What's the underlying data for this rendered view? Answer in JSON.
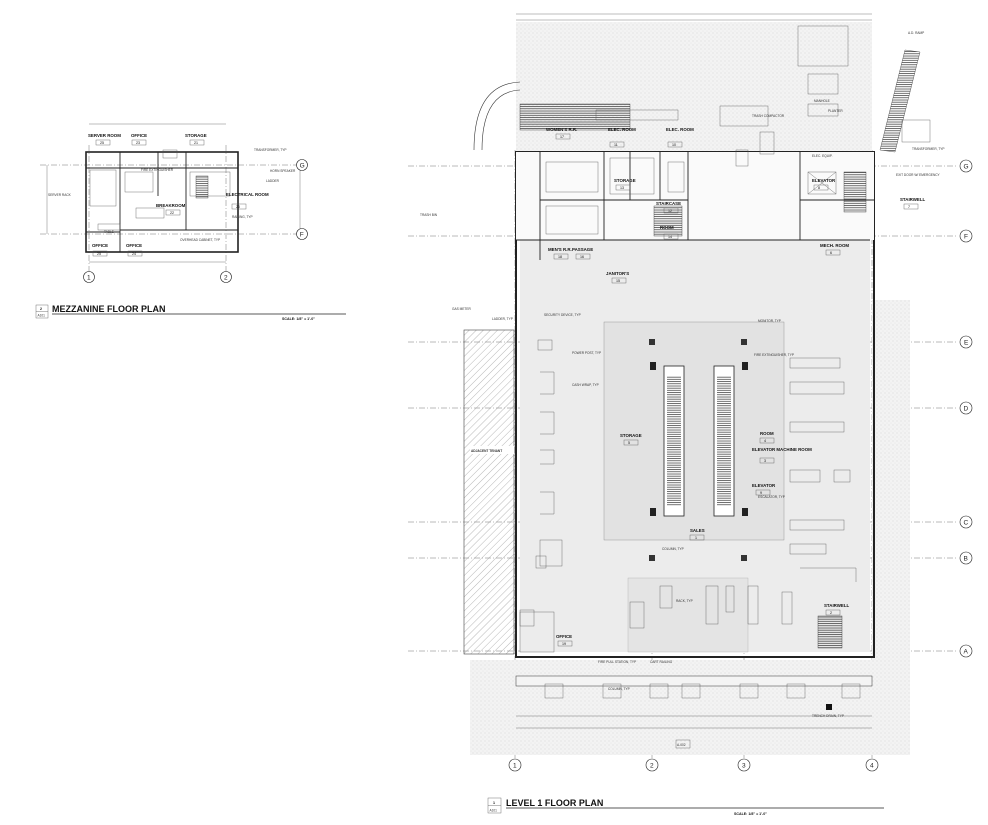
{
  "plans": {
    "mezzanine": {
      "title": "MEZZANINE FLOOR PLAN",
      "scale": "SCALE: 1/8\" = 1'-0\"",
      "detail_num": "2",
      "sheet_ref": "A101",
      "grid": {
        "rows": [
          "G",
          "F"
        ],
        "cols": [
          "1",
          "2"
        ]
      },
      "rooms": [
        {
          "name": "SERVER ROOM",
          "num": "25"
        },
        {
          "name": "OFFICE",
          "num": "23"
        },
        {
          "name": "STORAGE",
          "num": "21"
        },
        {
          "name": "BREAKROOM",
          "num": "22"
        },
        {
          "name": "ELECTRICAL ROOM",
          "num": "20"
        },
        {
          "name": "OFFICE",
          "num": "25"
        },
        {
          "name": "OFFICE",
          "num": "24"
        }
      ],
      "notes": [
        "TRANSFORMER, TYP",
        "HORN SPEAKER",
        "LADDER",
        "RAILING, TYP",
        "OVERHEAD CABINET, TYP",
        "SERVER RACK",
        "TABLE",
        "FIRE EXTINGUISHER"
      ]
    },
    "level1": {
      "title": "LEVEL 1 FLOOR PLAN",
      "scale": "SCALE: 1/8\" = 1'-0\"",
      "detail_num": "1",
      "sheet_ref": "A101",
      "grid": {
        "rows": [
          "G",
          "F",
          "E",
          "D",
          "C",
          "B",
          "A"
        ],
        "cols": [
          "1",
          "2",
          "3",
          "4"
        ]
      },
      "rooms": [
        {
          "name": "WOMEN'S R.R.",
          "num": "17"
        },
        {
          "name": "ELEC. ROOM",
          "num": "11"
        },
        {
          "name": "ELEC. ROOM",
          "num": "10"
        },
        {
          "name": "STORAGE",
          "num": "13"
        },
        {
          "name": "STAIRCASE",
          "num": "12"
        },
        {
          "name": "ROOM",
          "num": "14"
        },
        {
          "name": "MEN'S R.R.",
          "num": "18"
        },
        {
          "name": "PASSAGE",
          "num": "16"
        },
        {
          "name": "JANITOR'S",
          "num": "15"
        },
        {
          "name": "ELEVATOR",
          "num": "8"
        },
        {
          "name": "STAIRWELL",
          "num": "7"
        },
        {
          "name": "MECH. ROOM",
          "num": "6"
        },
        {
          "name": "STORAGE",
          "num": "5"
        },
        {
          "name": "ROOM",
          "num": "4"
        },
        {
          "name": "ELEVATOR MACHINE ROOM",
          "num": "3"
        },
        {
          "name": "ELEVATOR",
          "num": "9"
        },
        {
          "name": "SALES",
          "num": "1"
        },
        {
          "name": "STAIRWELL",
          "num": "2"
        },
        {
          "name": "OFFICE",
          "num": "19"
        }
      ],
      "notes": {
        "adjacent": "ADJACENT TENANT",
        "security_device": "SECURITY DEVICE, TYP",
        "power_post": "POWER POST, TYP",
        "monitor": "MONITOR, TYP",
        "fire_ext": "FIRE EXTINGUISHER, TYP",
        "cash_wrap": "CASH WRAP, TYP",
        "column": "COLUMN, TYP",
        "rack": "RACK, TYP",
        "escalator": "ESCALATOR, TYP",
        "cart_railing": "CART RAILING",
        "fire_pull": "FIRE PULL STATION, TYP",
        "trash_compactor": "TRASH COMPACTOR",
        "transformer": "TRANSFORMER, TYP",
        "manhole": "MANHOLE",
        "planter": "PLANTER",
        "ada_ramp": "A.D. RAMP",
        "elec_equip": "ELEC. EQUIP.",
        "exit_door": "EXIT DOOR W/ EMERGENCY",
        "trash_bin": "TRASH BIN",
        "ladder": "LADDER, TYP",
        "gas_meter": "GAS METER",
        "trench_drain": "TRENCH DRAIN, TYP",
        "column_bottom": "COLUMN, TYP",
        "hatch": "A-002"
      }
    }
  },
  "colors": {
    "ink": "#222222",
    "hatch": "#888888",
    "fill_light": "#e8e8e8",
    "fill_stipple": "#f1f1f1"
  }
}
